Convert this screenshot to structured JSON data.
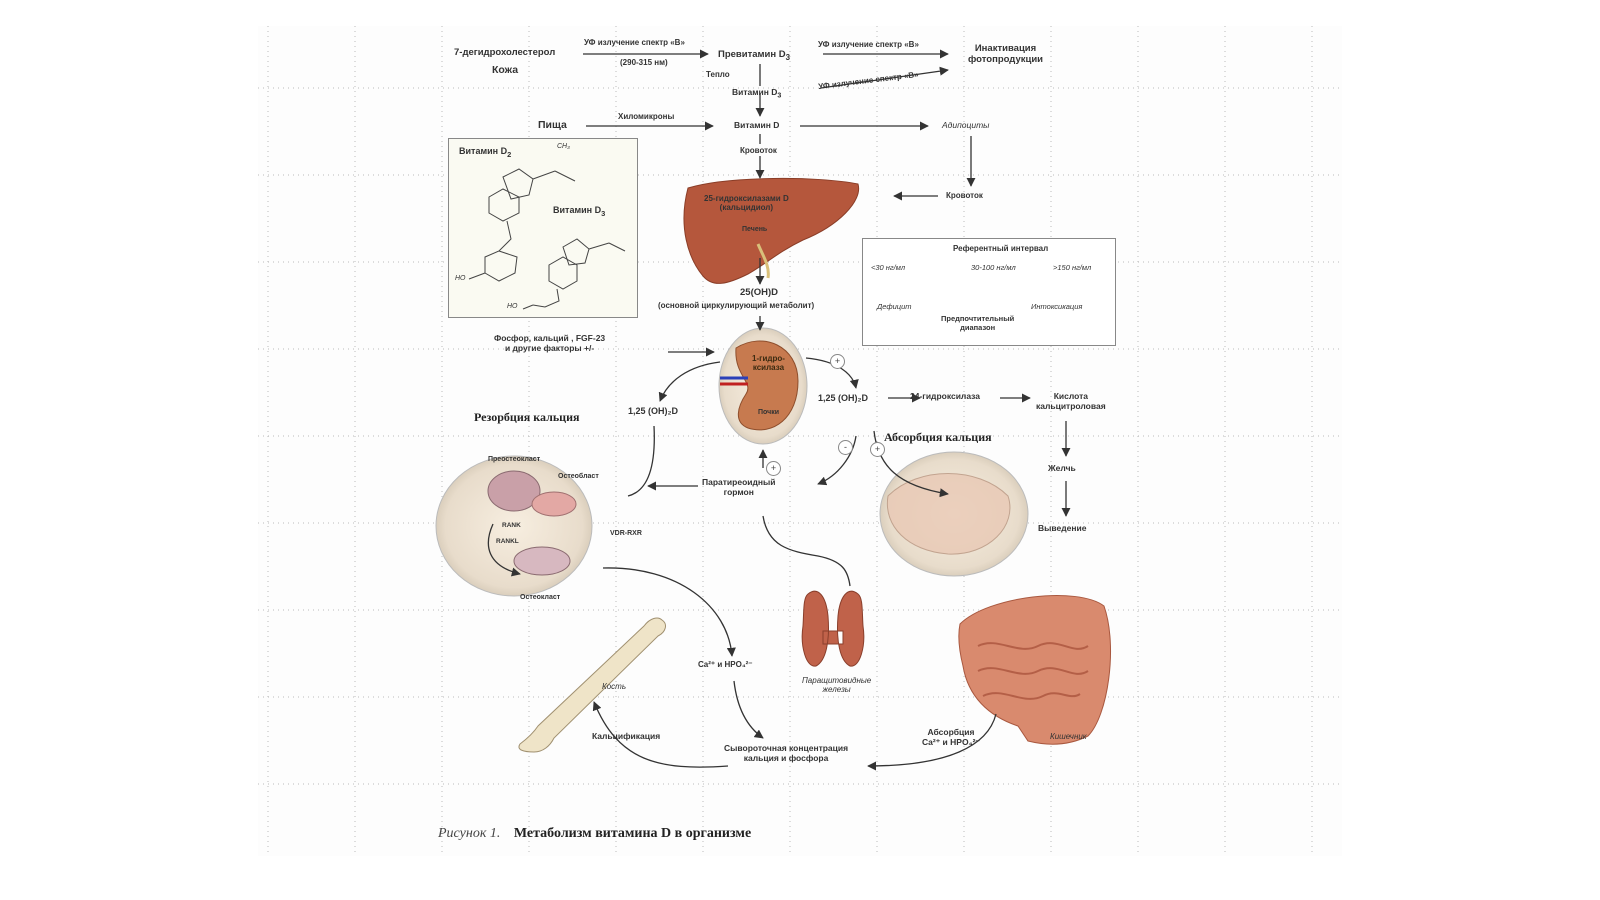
{
  "labels": {
    "dehydro": "7-дегидрохолестерол",
    "skin": "Кожа",
    "uv1": "УФ излучение спектр «В»",
    "nm": "(290-315 нм)",
    "previtamin": "Превитамин D",
    "uv2": "УФ излучение спектр «В»",
    "inactivation": "Инактивация\nфотопродукции",
    "uv3": "УФ излучение спектр «В»",
    "heat": "Тепло",
    "vitd3": "Витамин D",
    "food": "Пища",
    "chylomicrons": "Хиломикроны",
    "vitd": "Витамин D",
    "adipocytes": "Адипоциты",
    "bloodstream1": "Кровоток",
    "bloodstream2": "Кровоток",
    "liver_label": "25-гидроксилазами D\n(кальцидиол)",
    "liver": "Печень",
    "oh25d": "25(OH)D",
    "main_metabolite": "(основной циркулирующий метаболит)",
    "factors": "Фосфор, кальций , FGF-23\nи другие факторы +/-",
    "kidney_enzyme": "1-гидро-\nксилаза",
    "kidney": "Почки",
    "oh125_left": "1,25 (OH)₂D",
    "oh125_right": "1,25 (OH)₂D",
    "hydroxylase24": "24-гидроксилаза",
    "calcitroic": "Кислота\nкальцитроловая",
    "resorption": "Резорбция кальция",
    "absorption_title": "Абсорбция кальция",
    "bile": "Желчь",
    "excretion": "Выведение",
    "pth": "Паратиреоидный\nгормон",
    "preosteoclast": "Преостеокласт",
    "osteoblast": "Остеобласт",
    "rank": "RANK",
    "rankl": "RANKL",
    "vdr": "VDR-RXR",
    "osteoclast": "Остеокласт",
    "ca_hpo": "Ca²⁺ и HPO₄²⁻",
    "bone": "Кость",
    "calcification": "Кальцификация",
    "parathyroid": "Паращитовидные\nжелезы",
    "serum": "Сывороточная концентрация\nкальция и фосфора",
    "absorption_ca": "Абсорбция\nCa²⁺ и HPO₄²⁻",
    "intestine": "Кишечник",
    "vit_d2": "Витамин D",
    "vit_d3": "Витамин D",
    "ch3": "CH₃",
    "ho1": "HO",
    "ho2": "HO",
    "sub3": "3",
    "sub3b": "3",
    "sub2": "2",
    "sub3c": "3"
  },
  "reference": {
    "title": "Референтный интервал",
    "low": "<30 нг/мл",
    "mid": "30-100 нг/мл",
    "high": ">150 нг/мл",
    "deficit": "Дефицит",
    "intoxication": "Интоксикация",
    "preferred": "Предпочтительный\nдиапазон"
  },
  "signs": {
    "plus1": "+",
    "plus2": "+",
    "minus1": "-",
    "minus2": "-",
    "plus3": "+"
  },
  "caption": {
    "number": "Рисунок 1.",
    "text": "Метаболизм витамина D в организме"
  },
  "colors": {
    "liver": "#b5573c",
    "kidney": "#c77a4f",
    "thyroid": "#c0624a",
    "intestine": "#d98a6e",
    "grid": "#bfbfbf"
  }
}
